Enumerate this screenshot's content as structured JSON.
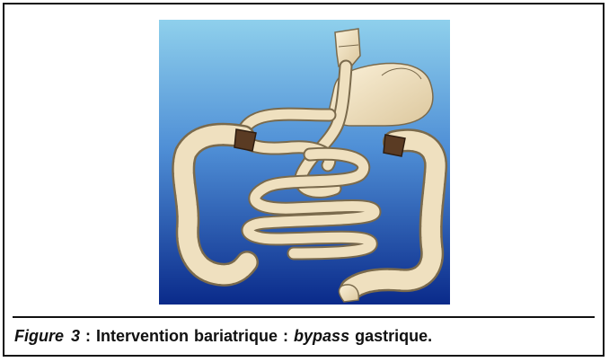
{
  "figure": {
    "caption_label": "Figure 3",
    "caption_part1": " : Intervention bariatrique : ",
    "caption_emphasis": "bypass",
    "caption_part2": " gastrique.",
    "illustration_subject": "gastric-bypass-diagram",
    "colors": {
      "background_top": "#8fd0ec",
      "background_bottom": "#0a2a8a",
      "organ": "#efe0bf",
      "organ_outline": "#7a6a4c",
      "stump": "#5a3b23",
      "frame": "#111111"
    }
  }
}
